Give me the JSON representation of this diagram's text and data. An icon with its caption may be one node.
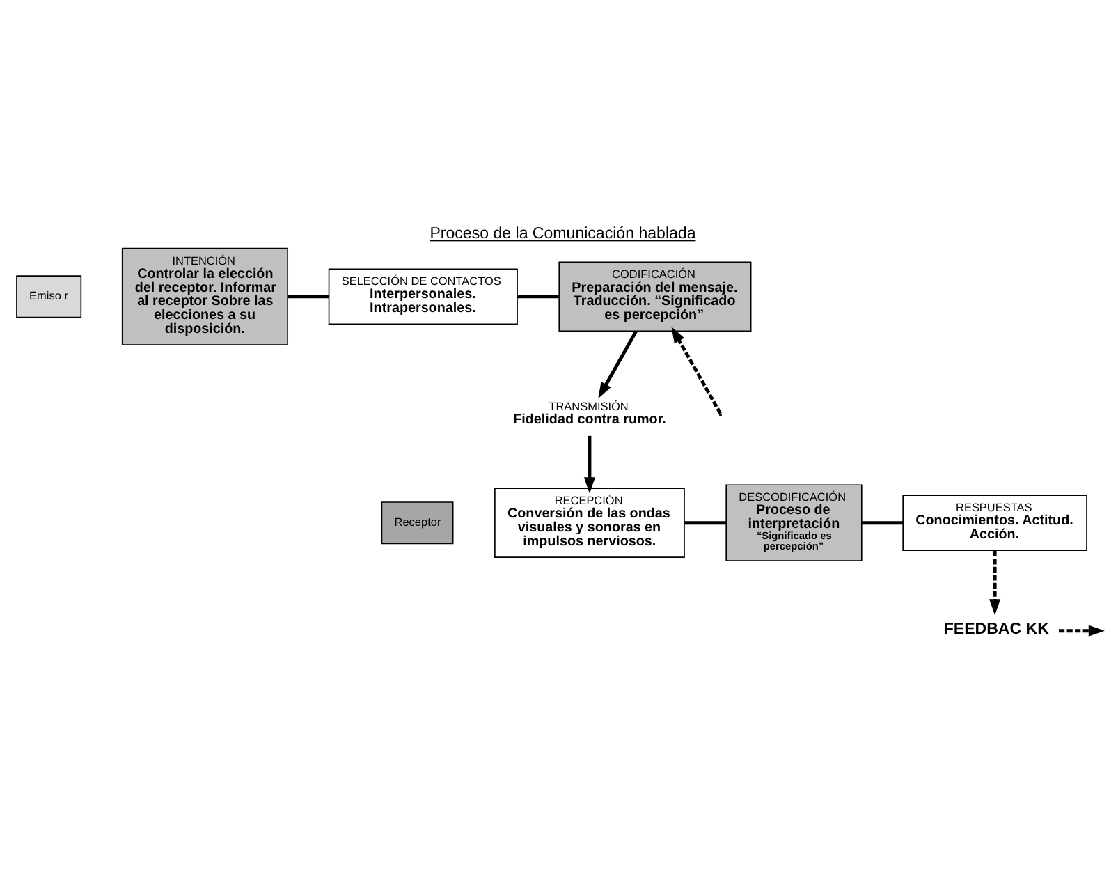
{
  "diagram": {
    "title": "Proceso de la Comunicación hablada",
    "nodes": [
      {
        "text": [
          "Emiso r"
        ]
      },
      {
        "text": [
          "INTENCIÓN",
          "Controlar la elección del receptor. Informar al receptor Sobre las elecciones a su disposición."
        ]
      },
      {
        "text": [
          "SELECCIÓN DE CONTACTOS",
          "Interpersonales. Intrapersonales."
        ]
      },
      {
        "text": [
          "CODIFICACIÓN",
          "Preparación del mensaje. Traducción. “Significado es percepción”"
        ]
      },
      {
        "text": [
          "TRANSMISIÓN",
          "Fidelidad contra rumor."
        ]
      },
      {
        "text": [
          "RECEPCIÓN",
          "Conversión de las ondas visuales y sonoras en impulsos nerviosos."
        ]
      },
      {
        "text": [
          "DESCODIFICACIÓN",
          "Proceso de interpretación",
          "“Significado es percepción”"
        ]
      },
      {
        "text": [
          "RESPUESTAS",
          "Conocimientos. Actitud. Acción."
        ]
      },
      {
        "text": [
          "FEEDBAC KK"
        ]
      },
      {
        "text": [
          "Receptor"
        ]
      }
    ],
    "edges": [
      {
        "from": 1,
        "to": 2,
        "arrow": "none"
      },
      {
        "from": 2,
        "to": 3,
        "arrow": "none"
      },
      {
        "from": 3,
        "to": 4,
        "arrow": "to"
      },
      {
        "from": 4,
        "to": 5,
        "arrow": "to"
      },
      {
        "from": 5,
        "to": 6,
        "arrow": "none"
      },
      {
        "from": 6,
        "to": 7,
        "arrow": "none"
      },
      {
        "from": 7,
        "to": 8,
        "arrow": "to",
        "style": "dashed"
      },
      {
        "from": 8,
        "to": null,
        "arrow": "to",
        "style": "dashed"
      },
      {
        "from": null,
        "to": 3,
        "arrow": "to",
        "style": "dashed"
      }
    ]
  }
}
